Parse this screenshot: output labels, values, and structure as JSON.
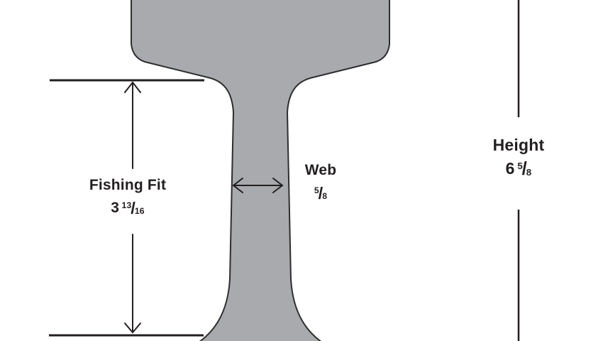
{
  "colors": {
    "background": "#ffffff",
    "rail_fill": "#a8aaad",
    "rail_outline": "#2e2e2e",
    "ink": "#231f20"
  },
  "diagram_subject": "rail cross-section profile",
  "dimensions": {
    "fishing_fit": {
      "label": "Fishing Fit",
      "whole": "3",
      "numerator": "13",
      "separator": "/",
      "denominator": "16"
    },
    "web": {
      "label": "Web",
      "whole": "",
      "numerator": "5",
      "separator": "/",
      "denominator": "8"
    },
    "height": {
      "label": "Height",
      "whole": "6",
      "numerator": "5",
      "separator": "/",
      "denominator": "8"
    }
  }
}
